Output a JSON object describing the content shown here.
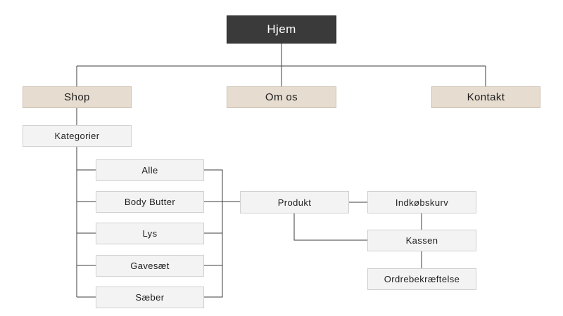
{
  "root": {
    "label": "Hjem"
  },
  "top": [
    {
      "label": "Shop"
    },
    {
      "label": "Om os"
    },
    {
      "label": "Kontakt"
    }
  ],
  "shop": {
    "kategorier": {
      "label": "Kategorier"
    },
    "categories": [
      {
        "label": "Alle"
      },
      {
        "label": "Body Butter"
      },
      {
        "label": "Lys"
      },
      {
        "label": "Gavesæt"
      },
      {
        "label": "Sæber"
      }
    ]
  },
  "flow": {
    "produkt": {
      "label": "Produkt"
    },
    "indkobskurv": {
      "label": "Indkøbskurv"
    },
    "kassen": {
      "label": "Kassen"
    },
    "ordrebekraeftelse": {
      "label": "Ordrebekræftelse"
    }
  },
  "colors": {
    "root_fill": "#3a3a3a",
    "top_fill": "#e6dcd0",
    "node_fill": "#f3f3f3",
    "line": "#3c3c3c"
  }
}
